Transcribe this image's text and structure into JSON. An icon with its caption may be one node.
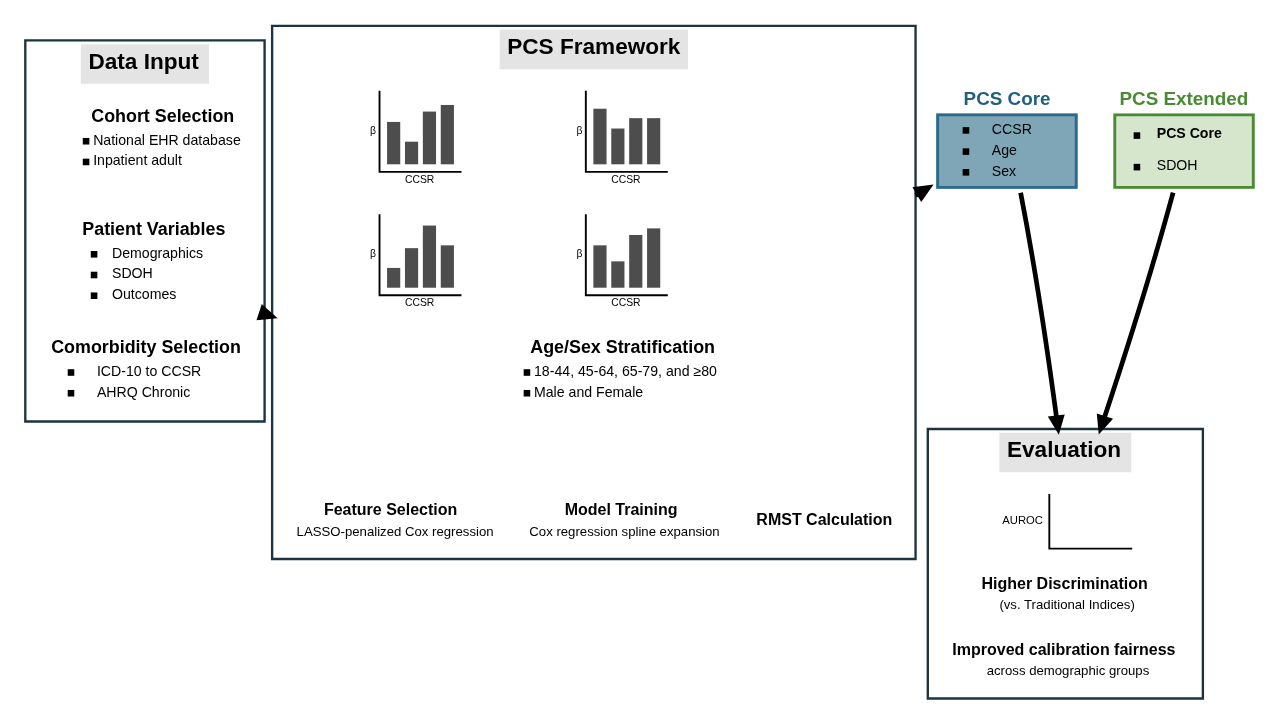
{
  "diagram": {
    "nodes": [
      {
        "text": [
          "Data Input"
        ]
      },
      {
        "text": [
          "Cohort Selection",
          "National EHR database",
          "Inpatient adult"
        ],
        "in": 0
      },
      {
        "text": [
          "Patient Variables",
          "Demographics",
          "SDOH",
          "Outcomes"
        ],
        "in": 0
      },
      {
        "text": [
          "Comorbidity Selection",
          "ICD-10 to CCSR",
          "AHRQ Chronic"
        ],
        "in": 0
      },
      {
        "text": [
          "PCS Framework"
        ]
      },
      {
        "text": [
          "Age/Sex Stratification",
          "18-44, 45-64, 65-79, and ≥80",
          "Male and Female"
        ],
        "in": 4
      },
      {
        "text": [
          "Feature Selection",
          "LASSO-penalized Cox regression"
        ],
        "in": 4
      },
      {
        "text": [
          "Model Training",
          "Cox regression spline expansion"
        ],
        "in": 4
      },
      {
        "text": [
          "RMST Calculation"
        ],
        "in": 4
      },
      {
        "text": [
          "PCS Core",
          "CCSR",
          "Age",
          "Sex"
        ]
      },
      {
        "text": [
          "PCS Extended",
          "PCS Core",
          "SDOH"
        ]
      },
      {
        "text": [
          "Evaluation"
        ]
      },
      {
        "text": [
          "Higher Discrimination",
          "(vs. Traditional Indices)"
        ],
        "in": 11
      },
      {
        "text": [
          "Improved calibration fairness",
          "across demographic groups"
        ],
        "in": 11
      }
    ],
    "edges": [
      {
        "from": 0,
        "to": 4,
        "arrow": "to"
      },
      {
        "from": 4,
        "to": 9,
        "arrow": "to"
      },
      {
        "from": 9,
        "to": 11,
        "arrow": "to"
      },
      {
        "from": 10,
        "to": 11,
        "arrow": "to"
      }
    ],
    "labels": [
      "β",
      "β",
      "CCSR",
      "CCSR",
      "β",
      "β",
      "CCSR",
      "CCSR",
      "AUROC"
    ]
  }
}
